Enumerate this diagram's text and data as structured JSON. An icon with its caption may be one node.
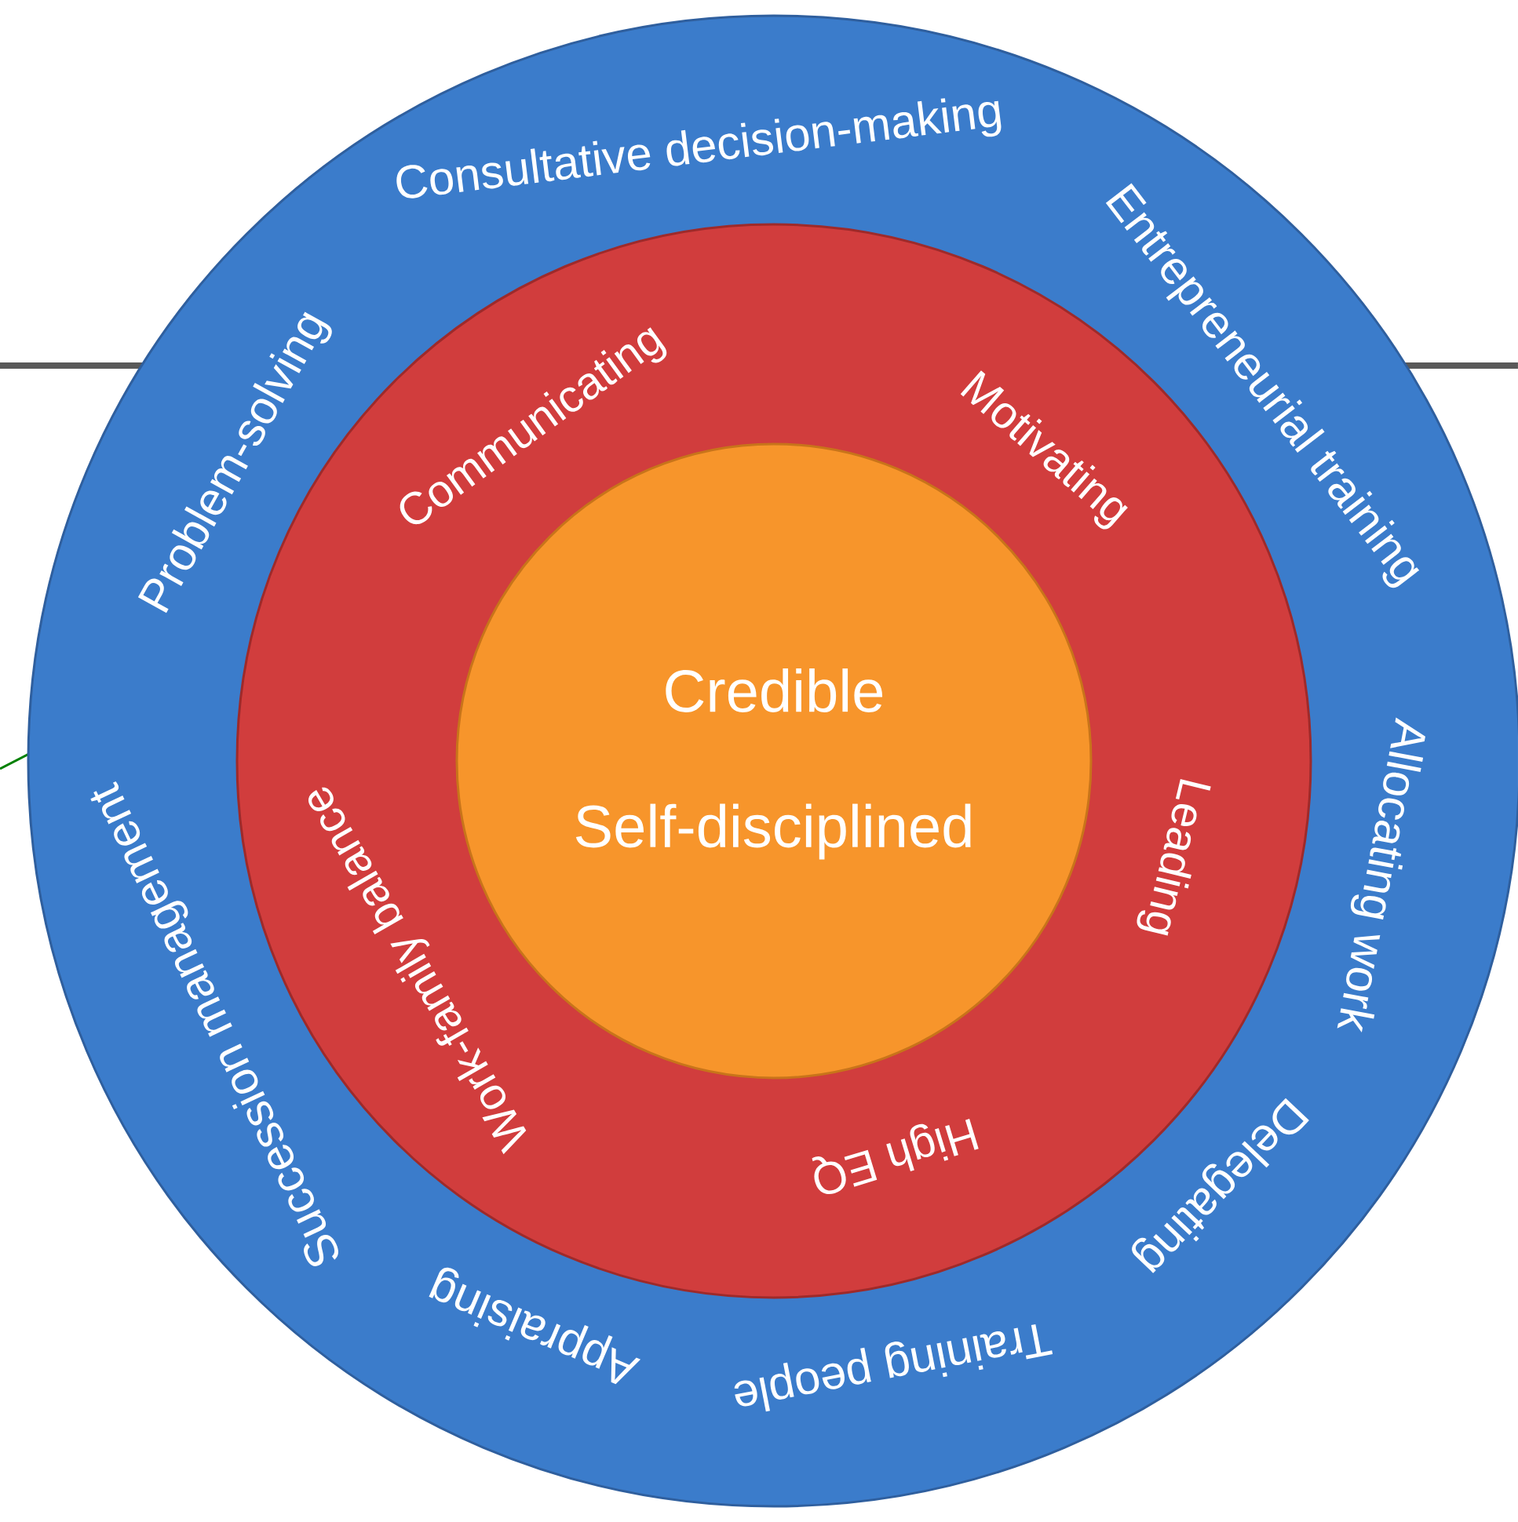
{
  "diagram": {
    "nodes": [
      {
        "text": [
          "Consultative decision-making",
          "Entrepreneurial training",
          "Allocating work",
          "Delegating",
          "Training people",
          "Appraising",
          "Succession management",
          "Problem-solving"
        ]
      },
      {
        "text": [
          "Communicating",
          "Motivating",
          "Leading",
          "High EQ",
          "Work-family balance"
        ],
        "in": 0
      },
      {
        "text": [
          "Credible",
          "Self-disciplined"
        ],
        "in": 1
      }
    ]
  }
}
